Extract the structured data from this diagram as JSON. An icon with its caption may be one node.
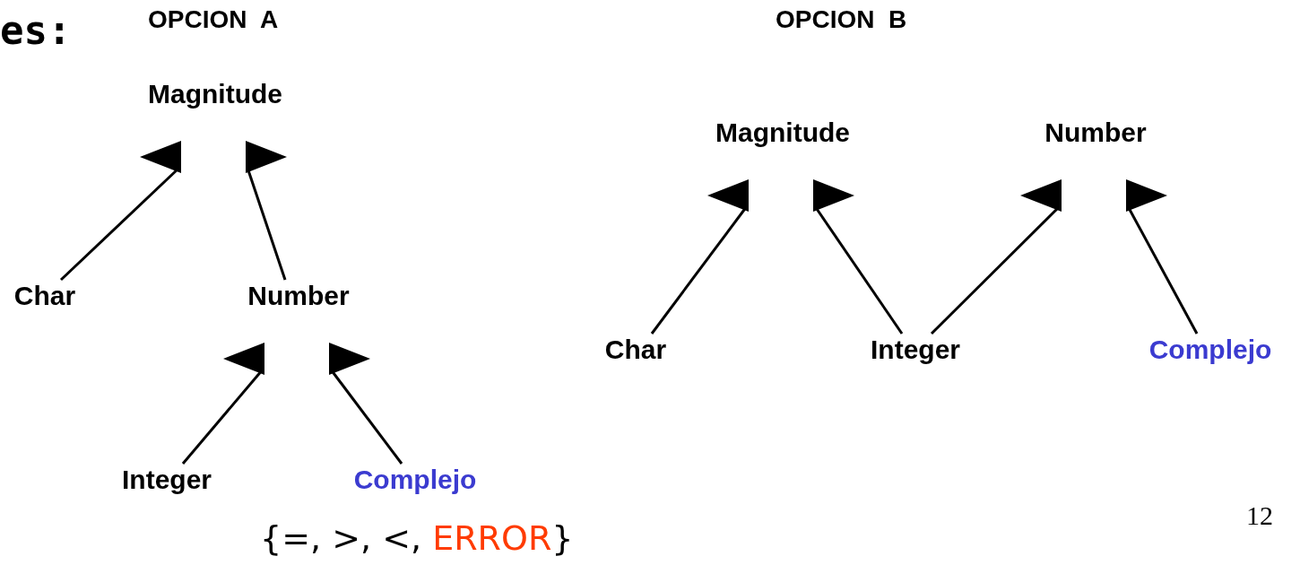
{
  "diagram": {
    "nodes": [
      {
        "text": [
          "Magnitude"
        ]
      },
      {
        "text": [
          "Char"
        ]
      },
      {
        "text": [
          "Number"
        ]
      },
      {
        "text": [
          "Integer"
        ]
      },
      {
        "text": [
          "Complejo"
        ]
      },
      {
        "text": [
          "Magnitude"
        ]
      },
      {
        "text": [
          "Number"
        ]
      },
      {
        "text": [
          "Char"
        ]
      },
      {
        "text": [
          "Integer"
        ]
      },
      {
        "text": [
          "Complejo"
        ]
      }
    ],
    "edges": [
      {
        "from": 1,
        "to": 0,
        "arrow": "to"
      },
      {
        "from": 2,
        "to": 0,
        "arrow": "to"
      },
      {
        "from": 3,
        "to": 2,
        "arrow": "to"
      },
      {
        "from": 4,
        "to": 2,
        "arrow": "to"
      },
      {
        "from": 7,
        "to": 5,
        "arrow": "to"
      },
      {
        "from": 8,
        "to": 5,
        "arrow": "to"
      },
      {
        "from": 8,
        "to": 6,
        "arrow": "to"
      },
      {
        "from": 9,
        "to": 6,
        "arrow": "to"
      }
    ],
    "labels": [
      "es:",
      "OPCION  A",
      "OPCION  B",
      "{=, >, <, *ERROR*}",
      "12"
    ]
  }
}
